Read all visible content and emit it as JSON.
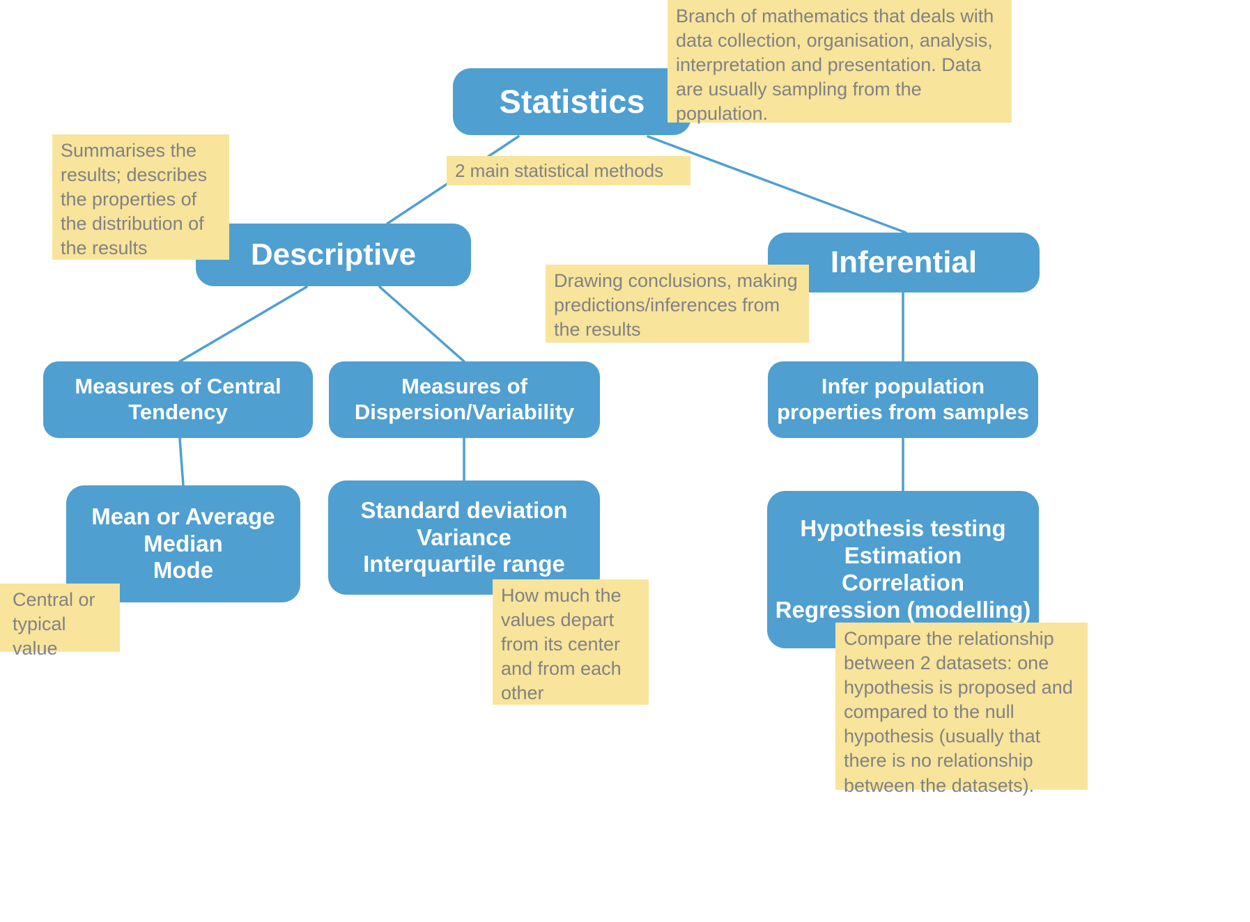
{
  "diagram": {
    "title": "Statistics mind map",
    "colors": {
      "node_fill": "#4f9fd1",
      "node_text": "#ffffff",
      "note_fill": "#f8e49a",
      "note_text": "#808285",
      "edge": "#4f9fd1",
      "background": "#ffffff"
    },
    "nodes": {
      "statistics": "Statistics",
      "descriptive": "Descriptive",
      "inferential": "Inferential",
      "central_tendency": "Measures of Central Tendency",
      "dispersion": "Measures of Dispersion/Variability",
      "infer_population": "Infer population properties from samples",
      "mean_median_mode": "Mean or Average\nMedian\nMode",
      "sd_variance_iqr": "Standard deviation\nVariance\nInterquartile range",
      "hypothesis_methods": "Hypothesis testing\nEstimation\nCorrelation\nRegression (modelling)"
    },
    "notes": {
      "statistics": "Branch of mathematics that deals with data collection, organisation, analysis, interpretation and presentation. Data are usually sampling from the population.",
      "two_methods": "2 main statistical methods",
      "descriptive": "Summarises the results; describes the properties of the distribution of the results",
      "inferential": "Drawing conclusions, making predictions/inferences  from the results",
      "central_value": "Central or typical value",
      "dispersion": "How much the values depart from its center and from each other",
      "hypothesis": "Compare the relationship between 2 datasets: one hypothesis is proposed  and compared to the null hypothesis (usually that there is no relationship between the datasets)."
    }
  }
}
